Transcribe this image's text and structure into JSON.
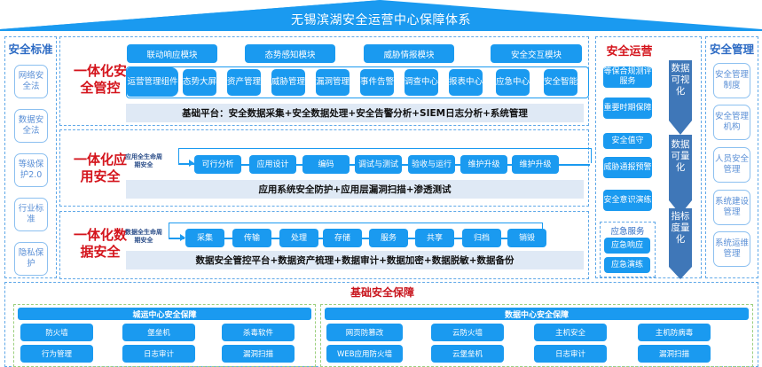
{
  "title": "无锡滨湖安全运营中心保障体系",
  "colors": {
    "primary_blue": "#1a9af0",
    "title_red": "#d4141c",
    "border_dash_blue": "#5fa8e8",
    "border_dash_green": "#9ccf7e",
    "platform_bg": "#dfe9f5",
    "arrow_blue": "#3f77b8"
  },
  "security_standards": {
    "title": "安全标准",
    "items": [
      "网络安全法",
      "数据安全法",
      "等级保护2.0",
      "行业标准",
      "隐私保护"
    ]
  },
  "integrated_control": {
    "title": "一体化安全管控",
    "modules": [
      "联动响应模块",
      "态势感知模块",
      "威胁情报模块",
      "安全交互模块"
    ],
    "components": [
      "运营管理组件",
      "态势大屏",
      "资产管理",
      "威胁管理",
      "漏洞管理",
      "事件告警",
      "调查中心",
      "报表中心",
      "应急中心",
      "安全智能"
    ],
    "platform": "基础平台：安全数据采集+安全数据处理+安全告警分析+SIEM日志分析+系统管理"
  },
  "integrated_app": {
    "title": "一体化应用安全",
    "lifecycle_label": "应用全生命周期安全",
    "steps": [
      "可行分析",
      "应用设计",
      "编码",
      "调试与测试",
      "验收与运行",
      "维护升级",
      "维护升级"
    ],
    "platform": "应用系统安全防护+应用层漏洞扫描+渗透测试"
  },
  "integrated_data": {
    "title": "一体化数据安全",
    "lifecycle_label": "数据全生命周期安全",
    "steps": [
      "采集",
      "传输",
      "处理",
      "存储",
      "服务",
      "共享",
      "归档",
      "销毁"
    ],
    "platform": "数据安全管控平台+数据资产梳理+数据审计+数据加密+数据脱敏+数据备份"
  },
  "security_operations": {
    "title": "安全运营",
    "items": [
      "等保合规测评服务",
      "重要时期保障",
      "安全值守",
      "威胁通报预警",
      "安全意识演练"
    ],
    "emergency": {
      "title": "应急服务",
      "items": [
        "应急响应",
        "应急演练"
      ]
    },
    "arrows": [
      "数据可视化",
      "数据可量化",
      "指标度量化"
    ]
  },
  "security_management": {
    "title": "安全管理",
    "items": [
      "安全管理制度",
      "安全管理机构",
      "人员安全管理",
      "系统建设管理",
      "系统运维管理"
    ]
  },
  "basic_security": {
    "title": "基础安全保障",
    "city_center": {
      "title": "城运中心安全保障",
      "rows": [
        [
          "防火墙",
          "堡垒机",
          "杀毒软件"
        ],
        [
          "行为管理",
          "日志审计",
          "漏洞扫描"
        ]
      ]
    },
    "data_center": {
      "title": "数据中心安全保障",
      "rows": [
        [
          "网页防篡改",
          "云防火墙",
          "主机安全",
          "主机防病毒"
        ],
        [
          "WEB应用防火墙",
          "云堡垒机",
          "日志审计",
          "漏洞扫描"
        ]
      ]
    }
  }
}
